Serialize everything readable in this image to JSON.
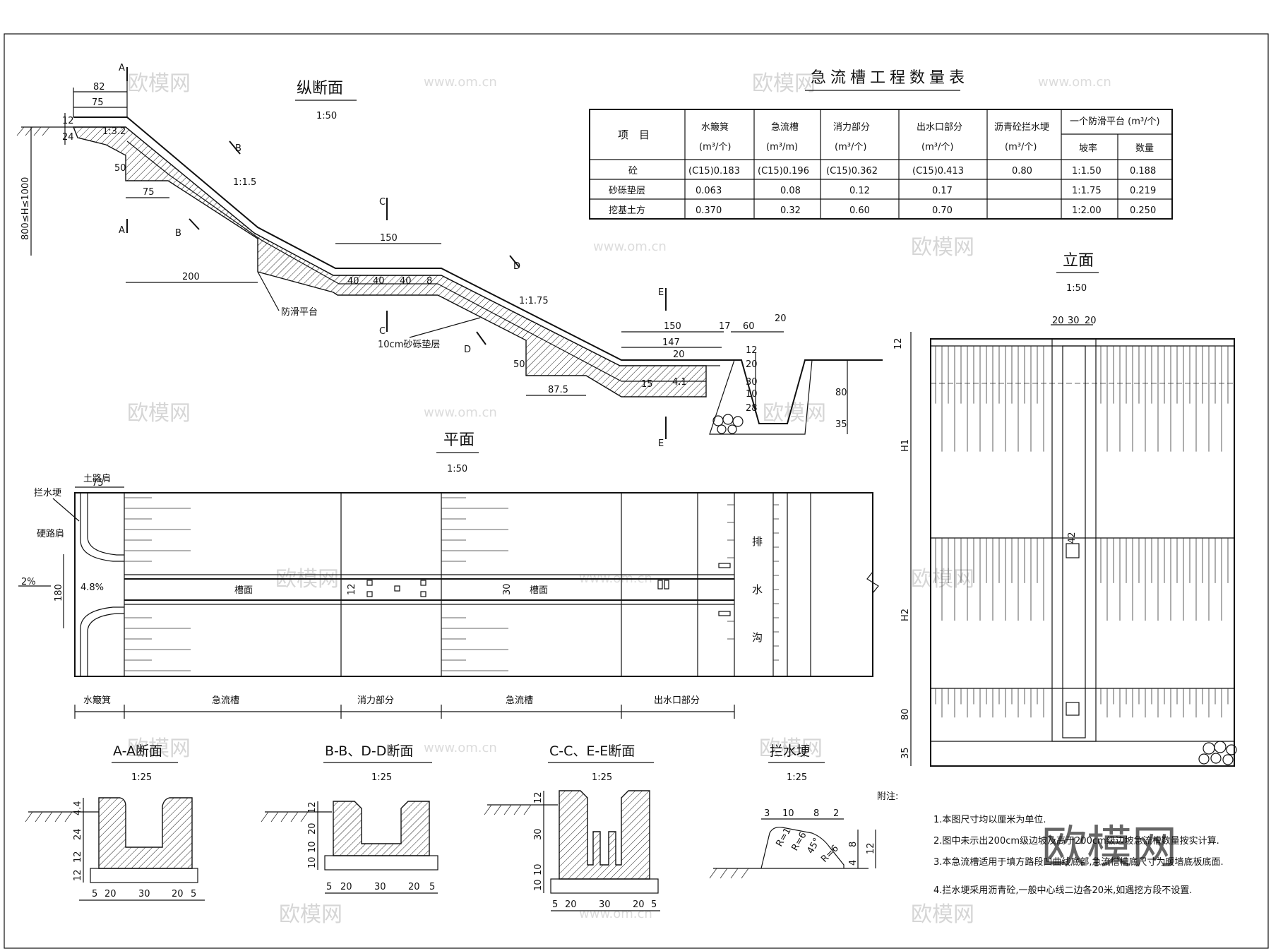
{
  "titles": {
    "longitudinal": "纵断面",
    "longitudinal_scale": "1:50",
    "plan": "平面",
    "plan_scale": "1:50",
    "elevation": "立面",
    "elevation_scale": "1:50",
    "section_aa": "A-A断面",
    "section_aa_scale": "1:25",
    "section_bb": "B-B、D-D断面",
    "section_bb_scale": "1:25",
    "section_cc": "C-C、E-E断面",
    "section_cc_scale": "1:25",
    "water_ridge": "拦水埂",
    "water_ridge_scale": "1:25"
  },
  "table": {
    "title": "急流槽工程数量表",
    "col_item": "项　目",
    "col_h": [
      {
        "name": "水簸箕",
        "unit": "(m³/个)"
      },
      {
        "name": "急流槽",
        "unit": "(m³/m)"
      },
      {
        "name": "消力部分",
        "unit": "(m³/个)"
      },
      {
        "name": "出水口部分",
        "unit": "(m³/个)"
      },
      {
        "name": "沥青砼拦水埂",
        "unit": "(m³/个)"
      }
    ],
    "col_platform": "一个防滑平台 (m³/个)",
    "col_slope": "坡率",
    "col_qty": "数量",
    "rows": [
      {
        "label": "砼",
        "v": [
          "(C15)0.183",
          "(C15)0.196",
          "(C15)0.362",
          "(C15)0.413",
          "0.80"
        ],
        "slope": "1:1.50",
        "qty": "0.188"
      },
      {
        "label": "砂砾垫层",
        "v": [
          "0.063",
          "0.08",
          "0.12",
          "0.17",
          ""
        ],
        "slope": "1:1.75",
        "qty": "0.219"
      },
      {
        "label": "挖基土方",
        "v": [
          "0.370",
          "0.32",
          "0.60",
          "0.70",
          ""
        ],
        "slope": "1:2.00",
        "qty": "0.250"
      }
    ]
  },
  "long_labels": {
    "d82": "82",
    "d75": "75",
    "d12": "12",
    "d24": "24",
    "d50": "50",
    "d75b": "75",
    "d200": "200",
    "h": "800≤H≤1000",
    "slope132": "1:3.2",
    "slope15": "1:1.5",
    "slope175": "1:1.75",
    "d150": "150",
    "d40a": "40",
    "d40b": "40",
    "d40c": "40",
    "d8": "8",
    "platform": "防滑平台",
    "gravel": "10cm砂砾垫层",
    "d50b": "50",
    "d875": "87.5",
    "d150b": "150",
    "d147": "147",
    "d20": "20",
    "d17": "17",
    "d60": "60",
    "d20b": "20",
    "d15": "15",
    "d41": "4.1",
    "d12b": "12",
    "d20c": "20",
    "d30": "30",
    "d10": "10",
    "d28": "28",
    "d80": "80",
    "d35": "35",
    "secA": "A",
    "secB": "B",
    "secC": "C",
    "secD": "D",
    "secE": "E"
  },
  "plan_labels": {
    "road_shoulder": "土路肩",
    "d75": "75",
    "ridge": "拦水埂",
    "hard_shoulder": "硬路肩",
    "pct2": "2%",
    "pct48": "4.8%",
    "d180": "180",
    "groove1": "槽面",
    "groove2": "槽面",
    "d12": "12",
    "d30": "30",
    "ditch1": "排",
    "ditch2": "水",
    "ditch3": "沟",
    "seg1": "水簸箕",
    "seg2": "急流槽",
    "seg3": "消力部分",
    "seg4": "急流槽",
    "seg5": "出水口部分"
  },
  "elev_labels": {
    "d20a": "20",
    "d30": "30",
    "d20b": "20",
    "d12": "12",
    "h1": "H1",
    "h2": "H2",
    "d42": "42",
    "d80": "80",
    "d35": "35"
  },
  "sec_labels": {
    "aa": {
      "d44": "4.4",
      "d24": "24",
      "d12a": "12",
      "d12b": "12",
      "b5a": "5",
      "b20a": "20",
      "b30": "30",
      "b20b": "20",
      "b5b": "5"
    },
    "bb": {
      "d12a": "12",
      "d20": "20",
      "d10a": "10",
      "d10b": "10",
      "b5": "5",
      "b20a": "20",
      "b30": "30",
      "b20b": "20",
      "b5b": "5"
    },
    "cc": {
      "d12": "12",
      "d30": "30",
      "d10a": "10",
      "d10b": "10",
      "b5": "5",
      "b20a": "20",
      "b30": "30",
      "b20b": "20",
      "b5b": "5"
    },
    "wr": {
      "d3": "3",
      "d10": "10",
      "d8": "8",
      "d2": "2",
      "r1": "R=1",
      "r6a": "R=6",
      "r6b": "R=6",
      "a45": "45°",
      "v8": "8",
      "v4": "4",
      "v12": "12"
    }
  },
  "notes": {
    "head": "附注:",
    "n1": "1.本图尺寸均以厘米为单位.",
    "n2": "2.图中未示出200cm级边坡及高于200cm级边坡急流槽数量按实计算.",
    "n3": "3.本急流槽适用于填方路段凹曲线底部,急流槽槽底尺寸为暖墙底板底面.",
    "n4": "4.拦水埂采用沥青砼,一般中心线二边各20米,如遇挖方段不设置."
  },
  "watermark": {
    "logo": "欧模网",
    "site": "www.om.cn",
    "big": "欧模网"
  }
}
